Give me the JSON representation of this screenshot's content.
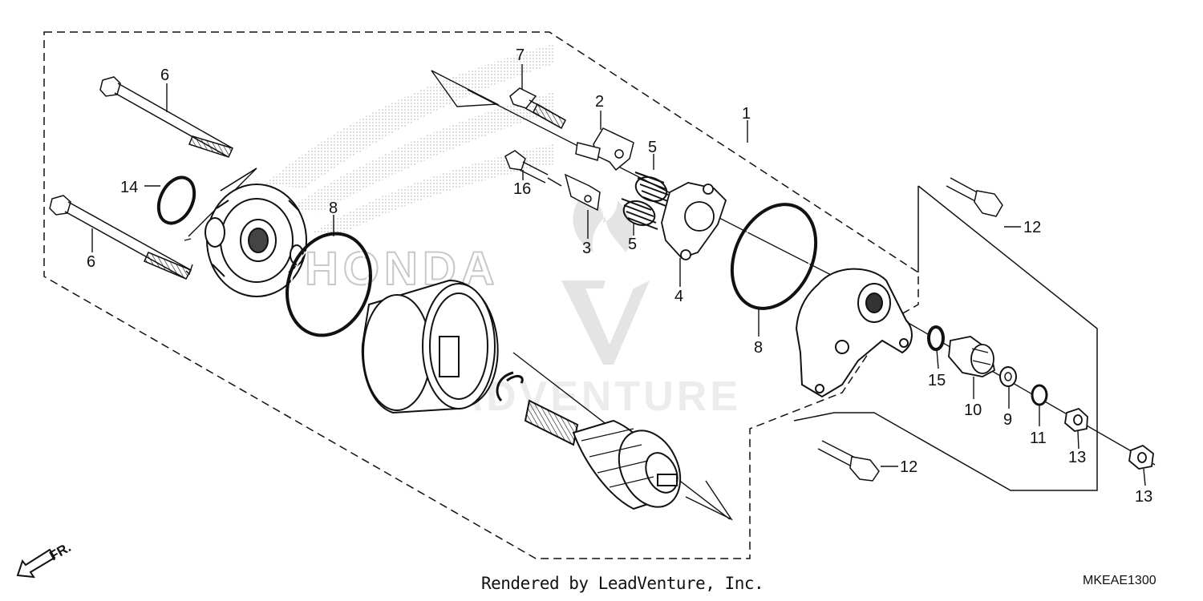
{
  "diagram": {
    "callouts": [
      {
        "id": "1",
        "label": "1"
      },
      {
        "id": "2",
        "label": "2"
      },
      {
        "id": "3",
        "label": "3"
      },
      {
        "id": "4",
        "label": "4"
      },
      {
        "id": "5a",
        "label": "5"
      },
      {
        "id": "5b",
        "label": "5"
      },
      {
        "id": "6a",
        "label": "6"
      },
      {
        "id": "6b",
        "label": "6"
      },
      {
        "id": "7",
        "label": "7"
      },
      {
        "id": "8a",
        "label": "8"
      },
      {
        "id": "8b",
        "label": "8"
      },
      {
        "id": "9",
        "label": "9"
      },
      {
        "id": "10",
        "label": "10"
      },
      {
        "id": "11",
        "label": "11"
      },
      {
        "id": "12a",
        "label": "12"
      },
      {
        "id": "12b",
        "label": "12"
      },
      {
        "id": "13a",
        "label": "13"
      },
      {
        "id": "13b",
        "label": "13"
      },
      {
        "id": "14",
        "label": "14"
      },
      {
        "id": "15",
        "label": "15"
      },
      {
        "id": "16",
        "label": "16"
      }
    ],
    "direction_label": "FR.",
    "watermark_text": "LEADVENTURE",
    "brand_watermark": "HONDA"
  },
  "footer": {
    "rendered_by": "Rendered by LeadVenture, Inc.",
    "diagram_code": "MKEAE1300"
  }
}
